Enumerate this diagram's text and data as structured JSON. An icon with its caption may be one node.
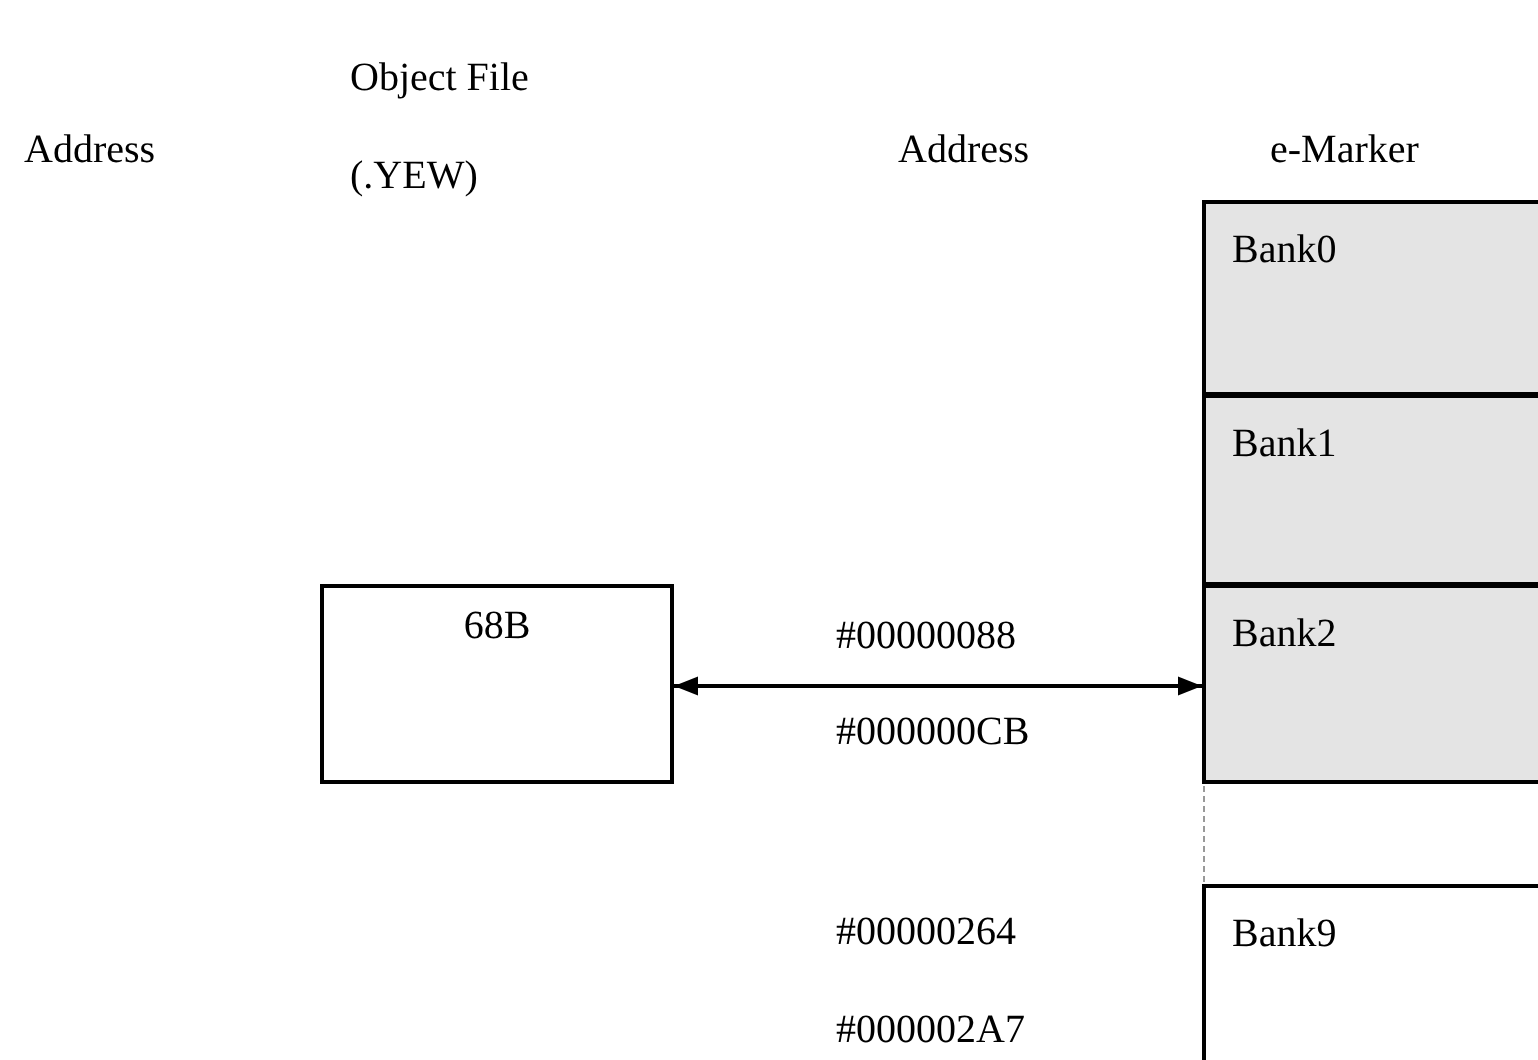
{
  "diagram": {
    "nodes": [
      {
        "text": [
          "68B"
        ]
      },
      {
        "text": [
          "Bank0"
        ]
      },
      {
        "text": [
          "Bank1"
        ]
      },
      {
        "text": [
          "Bank2"
        ]
      },
      {
        "text": [
          "Bank9"
        ]
      }
    ],
    "edges": [
      {
        "from": 0,
        "to": 3,
        "arrow": "both"
      }
    ],
    "labels": [
      "Object File (.YEW)",
      "Address",
      "Address",
      "e-Marker",
      "#00000088",
      "#000000CB",
      "#00000264",
      "#000002A7"
    ]
  }
}
